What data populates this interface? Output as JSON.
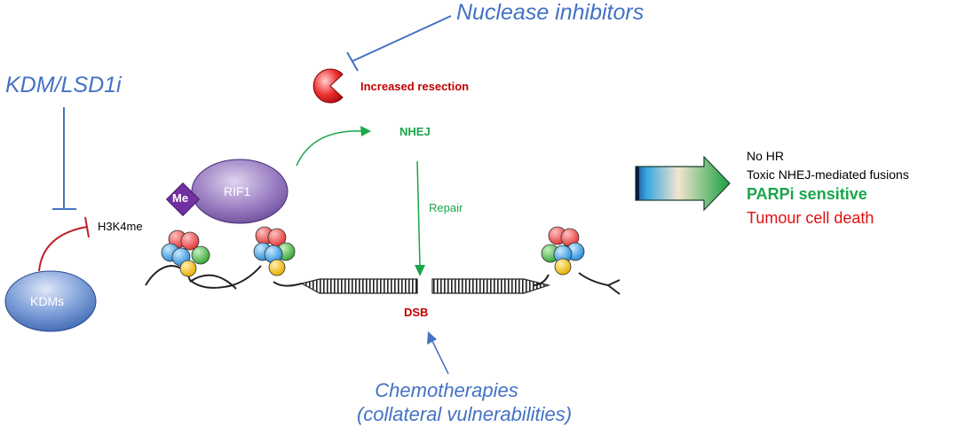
{
  "labels": {
    "nuclease_inhibitors": "Nuclease inhibitors",
    "kdm_lsd1i": "KDM/LSD1i",
    "increased_resection": "Increased resection",
    "nhej": "NHEJ",
    "repair": "Repair",
    "rif1": "RIF1",
    "me": "Me",
    "h3k4me": "H3K4me",
    "kdms": "KDMs",
    "dsb": "DSB",
    "chemotherapies": "Chemotherapies",
    "collateral": "(collateral vulnerabilities)"
  },
  "outcomes": {
    "no_hr": "No HR",
    "toxic_fusions": "Toxic NHEJ-mediated fusions",
    "parpi_sensitive": "PARPi sensitive",
    "tumour_death": "Tumour cell death"
  },
  "colors": {
    "inhibitor_blue": "#4472c4",
    "resection_red": "#c00000",
    "nhej_green": "#1aa64a",
    "kdm_red": "#c0202a",
    "me_purple": "#7030a0"
  }
}
